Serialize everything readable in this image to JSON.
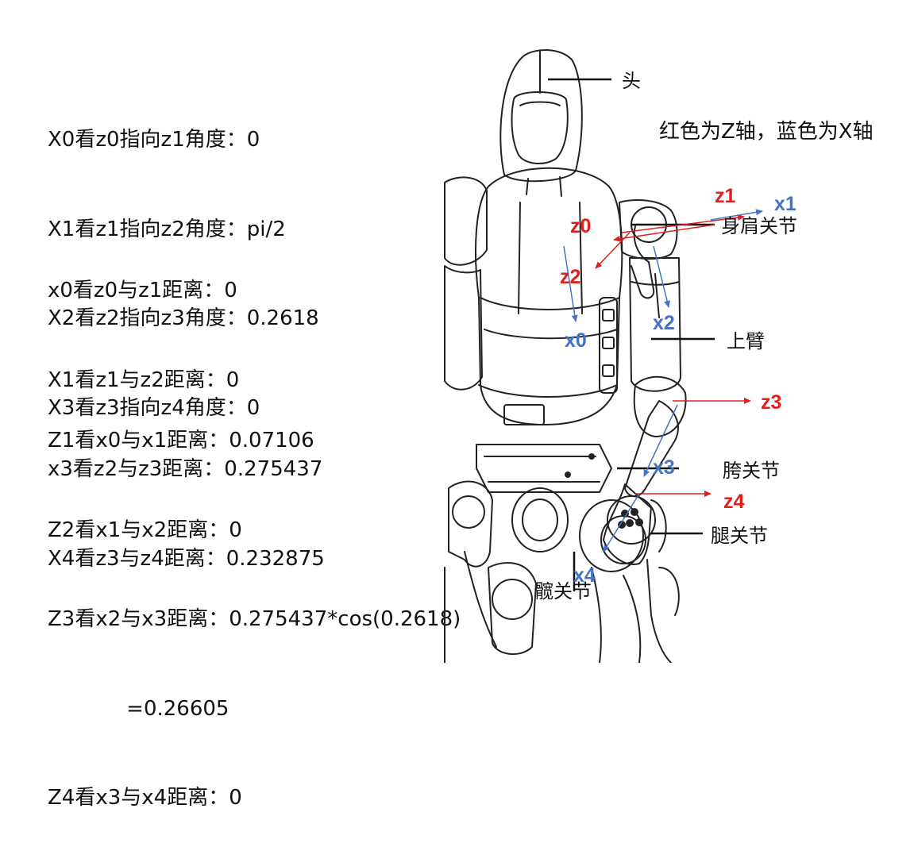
{
  "dh_params": {
    "alpha": [
      "X0看z0指向z1角度：0",
      "X1看z1指向z2角度：pi/2",
      "X2看z2指向z3角度：0.2618",
      "X3看z3指向z4角度：0"
    ],
    "a": [
      "x0看z0与z1距离：0",
      "X1看z1与z2距离：0",
      "x3看z2与z3距离：0.275437",
      "X4看z3与z4距离：0.232875"
    ],
    "d": [
      "Z1看x0与x1距离：0.07106",
      "Z2看x1与x2距离：0",
      "Z3看x2与x3距离：0.275437*cos(0.2618)",
      "            =0.26605",
      "Z4看x3与x4距离：0"
    ]
  },
  "legend_note": "红色为Z轴，蓝色为X轴",
  "colors": {
    "z_axis": "#e02020",
    "x_axis": "#4472c4",
    "line": "#111111"
  },
  "part_labels": {
    "head": "头",
    "shoulder": "身肩关节",
    "upper_arm": "上臂",
    "hip_joint": "胯关节",
    "leg_joint": "腿关节",
    "knee_joint": "髋关节"
  },
  "axis_labels": {
    "z0": "z0",
    "z1": "z1",
    "z2": "z2",
    "z3": "z3",
    "z4": "z4",
    "x0": "x0",
    "x1": "x1",
    "x2": "x2",
    "x3": "x3",
    "x4": "x4"
  }
}
